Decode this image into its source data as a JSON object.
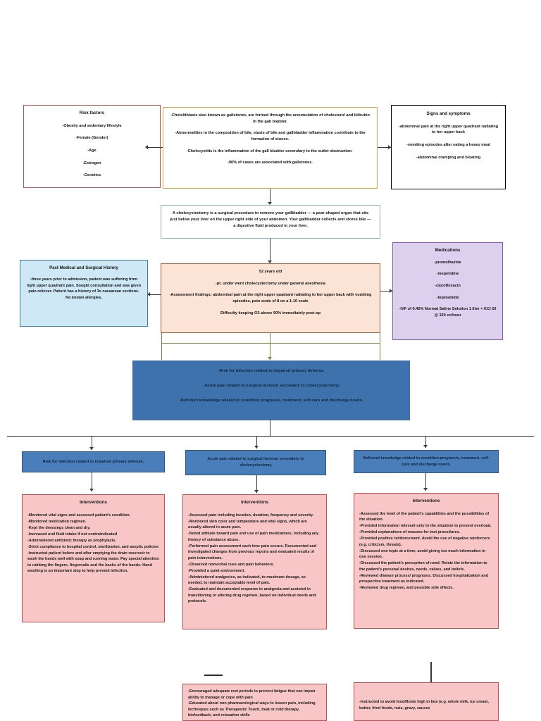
{
  "diagram": {
    "title": "Cholecystitis / Cholecystectomy Nursing Concept Map",
    "colors": {
      "risk_border": "#c0504d",
      "patho_border": "#e8a33d",
      "signs_border": "#000000",
      "surgery_border": "#8eb4d6",
      "history_fill": "#cfe8f5",
      "patient_fill": "#fbe4d5",
      "meds_fill": "#ddd0ef",
      "diagnosis_fill": "#3e72ac",
      "diagnosis_sub_fill": "#4a7ebb",
      "interventions_fill": "#f8c6c6"
    }
  },
  "risk_factors": {
    "title": "Risk factors",
    "items": [
      "-Obesity and sedentary lifestyle",
      "-Female (Gender)",
      "-Age",
      "-Estrogen",
      "-Genetics"
    ]
  },
  "pathophysiology": {
    "lines": [
      "-Cholelithiasis also known as gallstones, are formed through the accumulation of cholesterol and bilirubin in the gall bladder.",
      "-Abnormalities in the composition of bile, stasis of bile and gallbladder inflammation contribute to the formation of stones.",
      "Cholecystitis is the inflammation of the gall bladder secondary to the outlet obstruction.",
      "-90% of cases are associated with gallstones."
    ]
  },
  "signs_symptoms": {
    "title": "Signs and symptoms",
    "items": [
      "-abdominal pain at the right upper quadrant radiating to her upper back",
      "-vomiting episodes after eating a heavy meal",
      "-abdominal cramping and bloating"
    ]
  },
  "surgery": {
    "text": "A cholecystectomy is a surgical procedure to remove your gallbladder — a pear-shaped organ that sits just below your liver on the upper right side of your abdomen. Your gallbladder collects and stores bile — a digestive fluid produced in your liver."
  },
  "history": {
    "title": "Past Medical and Surgical History",
    "text": "-three years prior to admission, patient was suffering from right upper quadrant pain. Sought consultation and was given pain reliever. Patient has a history of 3x caesarean sections. No known allergies."
  },
  "patient": {
    "lines": [
      "52 years old",
      "-pt. under went cholecystectomy under general anesthesia",
      "-Assessment findings: abdominal pain at the right upper quadrant radiating to her upper back with vomiting episodes, pain scale of 8 on a 1-10 scale",
      "Difficulty keeping O2 above 90% immediately post-op"
    ]
  },
  "medications": {
    "title": "Medications",
    "items": [
      "-promethazine",
      "-meperidine",
      "-ciprofloxacin",
      "-loperamide",
      "-IVF of 0.45% Normal Saline Solution 1 liter + KCl 20 @ 150 cc/hour"
    ]
  },
  "nursing_diagnoses": {
    "lines": [
      "-Risk for infection related to impaired primary defense.",
      "-Acute pain related to surgical incision secondary to cholecystectomy",
      "-Deficient knowledge related to condition prognosis, treatment, self-care and discharge needs."
    ]
  },
  "columns": [
    {
      "diagnosis": "Risk for infection related to impaired primary defense.",
      "interventions_title": "Interventions",
      "interventions": [
        "-Monitored vital signs and assessed patient's condition.",
        "-Monitored medication regimen.",
        "-Kept the dressings clean and dry.",
        "-Increased oral fluid intake if not contraindicated",
        "-Administered antibiotic therapy as prophylaxis.",
        "-Strict compliance to hospital control, sterilization, and aseptic policies"
      ],
      "interventions_extra": [
        "-Instructed patient before and after emptying the drain reservoir to wash the hands well with soap and running water. Pay special attention to rubbing the fingers, fingernails and the backs of the hands. Hand washing is an important step to help prevent infection."
      ],
      "overflow": []
    },
    {
      "diagnosis": "Acute pain related to surgical incision secondary to cholecystectomy",
      "interventions_title": "Interventions",
      "interventions": [
        "-Assessed pain including location, duration, frequency and severity.",
        "-Monitored skin color and temperature and vital signs, which are usually altered in acute pain.",
        "-Noted attitude toward pain and use of pain medications, including any history of substance abuse.",
        "-Performed pain assessment each time pain occurs. Documented and investigated changes from previous reports and evaluated results of pain interventions.",
        "-Observed nonverbal cues and pain behaviors.",
        "-Provided a quiet environment.",
        "-Administered analgesics, as indicated, to maximum dosage, as needed, to maintain acceptable level of pain.",
        "-Evaluated and documented response to analgesia and assisted in transitioning or altering drug regimen, based on individual needs and protocols."
      ],
      "interventions_extra": [],
      "overflow": [
        "-Encouraged adequate rest periods to prevent fatigue that can impair ability to manage or cope with pain",
        "-Educated about non pharmacological ways to lessen pain, including techniques such as Therapeutic Touch, heat or cold therapy, biofeedback, and relaxation skills"
      ]
    },
    {
      "diagnosis": "Deficient knowledge related to condition prognosis, treatment, self-care and discharge needs.",
      "interventions_title": "Interventions",
      "interventions": [
        "-Assessed the level of the patient's capabilities and the possibilities of the situation.",
        "-Provided information relevant only to the situation to prevent overload.",
        "-Provided explanations of reasons for test procedures.",
        "-Provided positive reinforcement. Avoid the use of negative reinforcers (e.g. criticism, threats).",
        "-Discussed one topic at a time; avoid giving too much information in one session.",
        "-Discussed the patient's perception of need. Relate the information to the patient's personal desires, needs, values, and beliefs.",
        "-Reviewed disease process/ prognosis. Discussed hospitalization and prospective treatment as indicated.",
        "-Reviewed drug regimen, and possible side effects."
      ],
      "interventions_extra": [],
      "overflow": [
        "-Instructed to avoid food/fluids high in fats (e.g. whole milk, ice cream, butter, fried foods, nuts, gravy, sauces"
      ]
    }
  ]
}
